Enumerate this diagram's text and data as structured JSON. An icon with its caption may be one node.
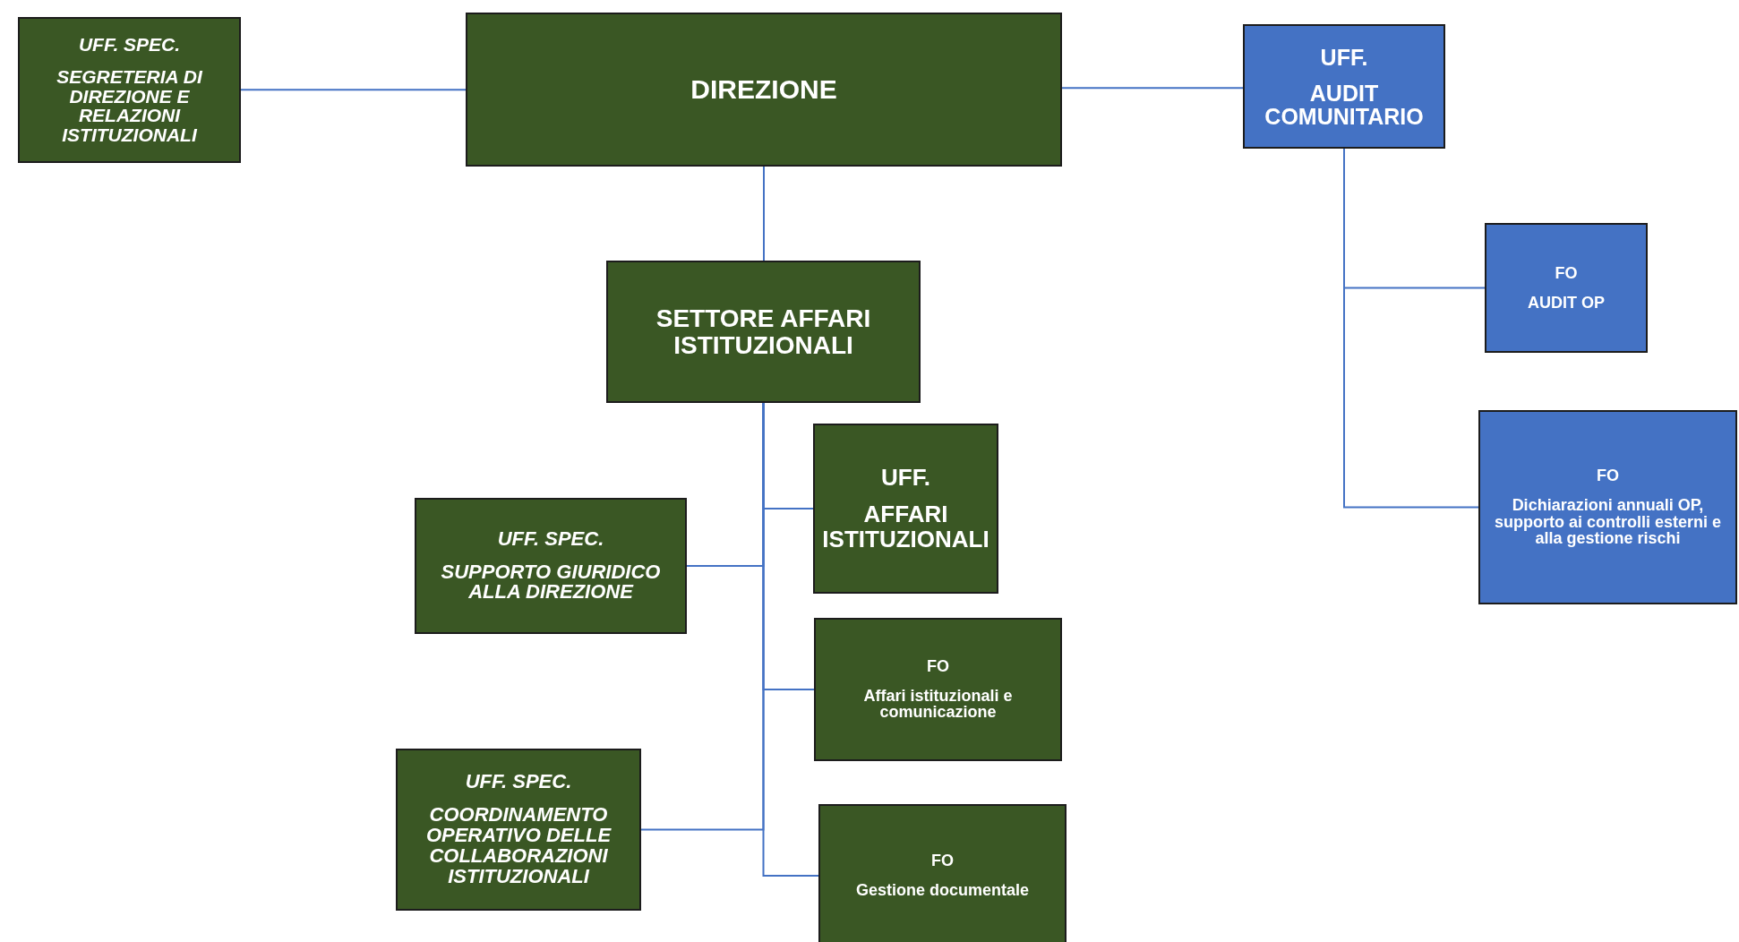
{
  "diagram": {
    "nodes": [
      {
        "text": [
          "UFF. SPEC.",
          "SEGRETERIA DI DIREZIONE E RELAZIONI ISTITUZIONALI"
        ]
      },
      {
        "text": [
          "DIREZIONE"
        ]
      },
      {
        "text": [
          "UFF.",
          "AUDIT COMUNITARIO"
        ]
      },
      {
        "text": [
          "SETTORE AFFARI ISTITUZIONALI"
        ]
      },
      {
        "text": [
          "UFF.",
          "AFFARI ISTITUZIONALI"
        ]
      },
      {
        "text": [
          "UFF. SPEC.",
          "SUPPORTO GIURIDICO ALLA DIREZIONE"
        ]
      },
      {
        "text": [
          "FO",
          "Affari istituzionali e comunicazione"
        ]
      },
      {
        "text": [
          "UFF. SPEC.",
          "COORDINAMENTO OPERATIVO DELLE COLLABORAZIONI ISTITUZIONALI"
        ]
      },
      {
        "text": [
          "FO",
          "Gestione documentale"
        ]
      },
      {
        "text": [
          "FO",
          "AUDIT OP"
        ]
      },
      {
        "text": [
          "FO",
          "Dichiarazioni annuali OP, supporto ai controlli esterni e alla gestione rischi"
        ]
      }
    ],
    "edges": [
      {
        "from": 0,
        "to": 1,
        "arrow": "none"
      },
      {
        "from": 1,
        "to": 2,
        "arrow": "none"
      },
      {
        "from": 1,
        "to": 3,
        "arrow": "none"
      },
      {
        "from": 2,
        "to": 9,
        "arrow": "none"
      },
      {
        "from": 2,
        "to": 10,
        "arrow": "none"
      },
      {
        "from": 3,
        "to": 4,
        "arrow": "none"
      },
      {
        "from": 3,
        "to": 5,
        "arrow": "none"
      },
      {
        "from": 3,
        "to": 6,
        "arrow": "none"
      },
      {
        "from": 3,
        "to": 7,
        "arrow": "none"
      },
      {
        "from": 3,
        "to": 8,
        "arrow": "none"
      }
    ]
  }
}
